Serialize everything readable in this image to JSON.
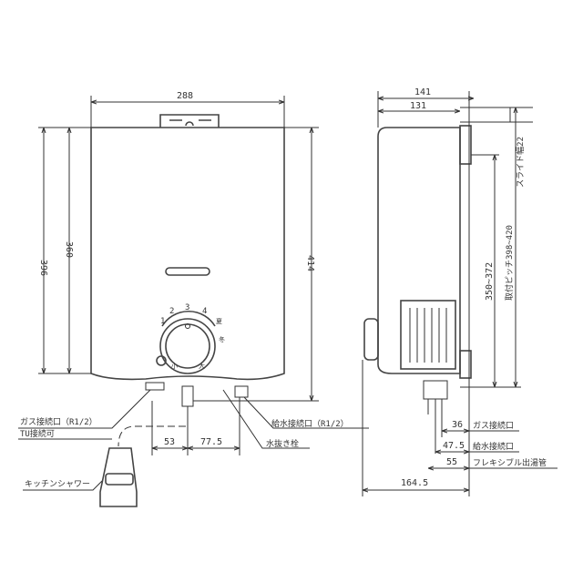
{
  "front_view": {
    "width": "288",
    "height_total": "396",
    "height_body": "360",
    "height_with_fittings": "414",
    "dial_numbers": [
      "1",
      "2",
      "3",
      "4"
    ],
    "dial_small": [
      "夏",
      "冬",
      "小",
      "大"
    ],
    "gas_inlet_label": "ガス接続口（R1/2）",
    "tu_label": "TU接続可",
    "shower_label": "キッチンシャワー",
    "water_inlet_label": "給水接続口（R1/2）",
    "drain_label": "水抜き栓",
    "dim_53": "53",
    "dim_77_5": "77.5"
  },
  "side_view": {
    "depth_total": "141",
    "depth_body": "131",
    "slide_width": "スライド幅22",
    "mount_pitch": "取付ピッチ398~420",
    "range": "350~372",
    "dim_36": "36",
    "gas_label": "ガス接続口",
    "dim_47_5": "47.5",
    "water_label": "給水接続口",
    "dim_55": "55",
    "flex_label": "フレキシブル出湯管",
    "dim_164_5": "164.5"
  }
}
